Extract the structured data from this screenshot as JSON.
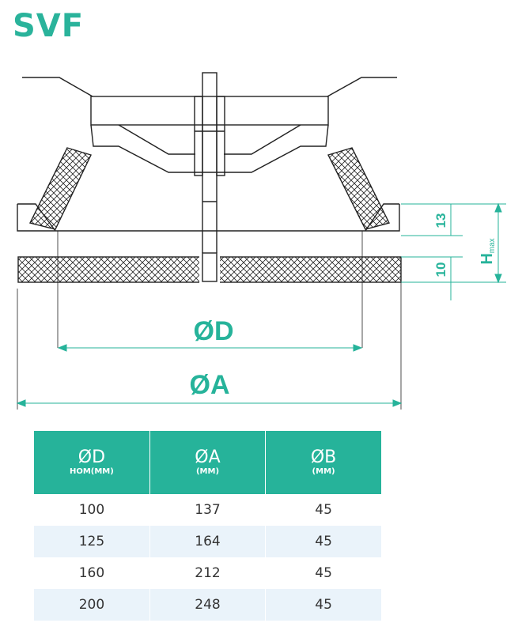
{
  "title": "SVF",
  "drawing": {
    "dim_d": "ØD",
    "dim_a": "ØA",
    "dim_13": "13",
    "dim_10": "10",
    "h_main": "H",
    "h_sub": "max"
  },
  "colors": {
    "accent": "#26b39a",
    "line": "#222222",
    "stripe": "#eaf3fa"
  },
  "table": {
    "headers": [
      {
        "main": "ØD",
        "unit": "НОМ(ММ)"
      },
      {
        "main": "ØA",
        "unit": "(ММ)"
      },
      {
        "main": "ØB",
        "unit": "(ММ)"
      }
    ],
    "rows": [
      [
        "100",
        "137",
        "45"
      ],
      [
        "125",
        "164",
        "45"
      ],
      [
        "160",
        "212",
        "45"
      ],
      [
        "200",
        "248",
        "45"
      ]
    ]
  }
}
